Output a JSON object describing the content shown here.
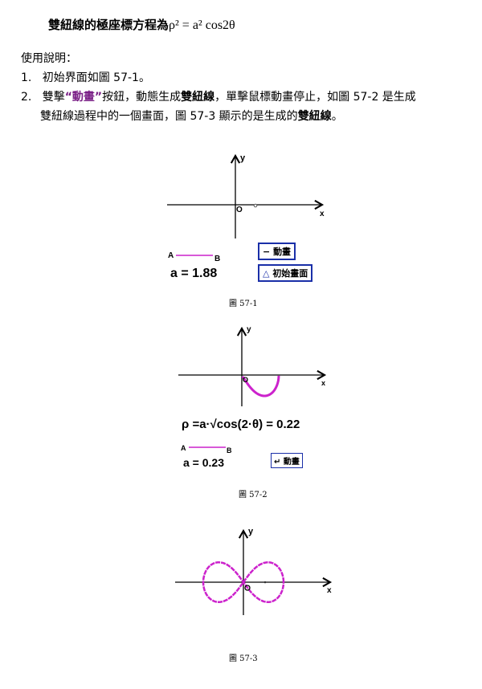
{
  "title": {
    "text": "雙紐線的極座標方程為",
    "equation": "ρ² = a² cos2θ"
  },
  "instructions": {
    "heading": "使用說明：",
    "items": [
      {
        "num": "1.",
        "text": "初始界面如圖 57-1。"
      },
      {
        "num": "2.",
        "pre": "雙擊",
        "quoted": "“動畫”",
        "mid1": "按鈕，動態生成",
        "bold1": "雙紐線",
        "mid2": "，單擊鼠標動畫停止，如圖 57-2 是生成",
        "line2": "雙紐線過程中的一個畫面，圖 57-3 顯示的是生成的",
        "bold2": "雙紐線",
        "end": "。"
      }
    ]
  },
  "figures": [
    {
      "caption": "圖 57-1",
      "axis_x": "x",
      "axis_y": "y",
      "origin": "O",
      "point_a": "A",
      "point_b": "B",
      "a_label": "a = 1.88",
      "buttons": [
        {
          "label": "動畫",
          "icon": "−"
        },
        {
          "label": "初始畫面",
          "icon": "△"
        }
      ]
    },
    {
      "caption": "圖 57-2",
      "axis_x": "x",
      "axis_y": "y",
      "origin": "O",
      "point_a": "A",
      "point_b": "B",
      "formula": "ρ =a·√cos(2·θ) = 0.22",
      "a_label": "a = 0.23",
      "buttons": [
        {
          "label": "動畫",
          "icon": "↵"
        }
      ],
      "progress": 0.5
    },
    {
      "caption": "圖 57-3",
      "axis_x": "x",
      "axis_y": "y",
      "origin": "O",
      "progress": 1
    }
  ],
  "colors": {
    "curve": "#cc22cc",
    "button_border": "#1a2fa8",
    "highlight": "#7a1f86"
  }
}
